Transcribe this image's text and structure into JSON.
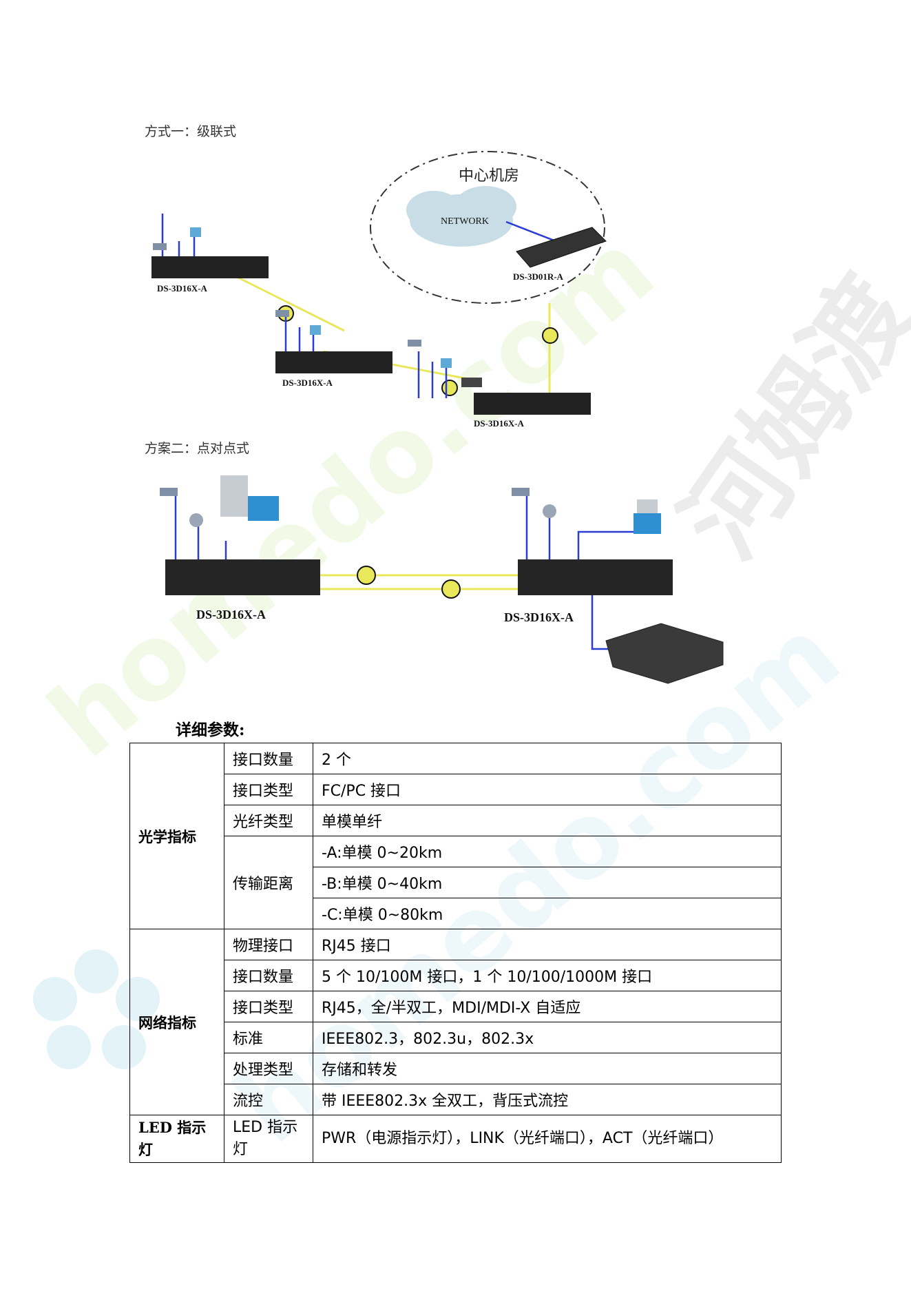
{
  "watermark": {
    "brand_cn": "河姆渡",
    "brand_url_1": "homedo.com",
    "brand_url_2": "homedo.com"
  },
  "diagram1": {
    "title": "方式一：级联式",
    "center_room_label": "中心机房",
    "cloud_label": "NETWORK",
    "center_device_label": "DS-3D01R-A",
    "device_labels": [
      "DS-3D16X-A",
      "DS-3D16X-A",
      "DS-3D16X-A"
    ]
  },
  "diagram2": {
    "title": "方案二：点对点式",
    "device_labels": [
      "DS-3D16X-A",
      "DS-3D16X-A"
    ]
  },
  "params": {
    "heading": "详细参数:",
    "rows": [
      {
        "cat": "光学指标",
        "key": "接口数量",
        "val": "2 个"
      },
      {
        "key": "接口类型",
        "val": "FC/PC 接口"
      },
      {
        "key": "光纤类型",
        "val": "单模单纤"
      },
      {
        "key": "传输距离",
        "val": "-A:单模 0~20km"
      },
      {
        "val": "-B:单模 0~40km"
      },
      {
        "val": "-C:单模 0~80km"
      },
      {
        "cat": "网络指标",
        "key": "物理接口",
        "val": "RJ45 接口"
      },
      {
        "key": "接口数量",
        "val": "5  个 10/100M  接口，1  个 10/100/1000M  接口"
      },
      {
        "key": "接口类型",
        "val": "RJ45，全/半双工，MDI/MDI-X  自适应"
      },
      {
        "key": "标准",
        "val": "IEEE802.3，802.3u，802.3x"
      },
      {
        "key": "处理类型",
        "val": "存储和转发"
      },
      {
        "key": "流控",
        "val": "带 IEEE802.3x  全双工，背压式流控"
      },
      {
        "cat": "LED 指示灯",
        "key": "LED 指示灯",
        "val": "PWR（电源指示灯），LINK（光纤端口），ACT（光纤端口）"
      }
    ]
  }
}
